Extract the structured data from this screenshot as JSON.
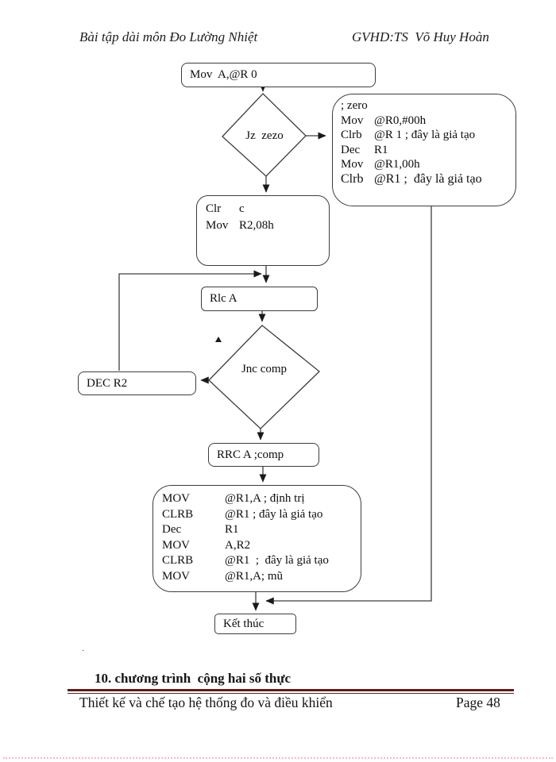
{
  "page": {
    "header_left": "Bài tập dài môn Đo Lường Nhiệt",
    "header_right": "GVHD:TS  Võ Huy Hoàn",
    "stray_mark": "·",
    "section_heading": "10. chương trình  cộng hai số thực",
    "footer_left": "Thiết kế và chế tạo hệ thống đo và điều khiển",
    "footer_right": "Page 48"
  },
  "colors": {
    "line": "#3d3d3d",
    "text": "#0d0d0d",
    "heading_rule": "#5c1f1f",
    "bottom_dots": "#ffb3cf",
    "background": "#ffffff"
  },
  "flowchart": {
    "start_box": "Mov  A,@R 0",
    "decision_zero": "Jz  zezo",
    "zero_box": {
      "lines": [
        {
          "m": "; zero",
          "r": ""
        },
        {
          "m": "Mov",
          "r": "@R0,#00h"
        },
        {
          "m": "Clrb",
          "r": "@R 1 ; đây là giả tạo"
        },
        {
          "m": "Dec",
          "r": "R1"
        },
        {
          "m": "Mov",
          "r": "@R1,00h"
        },
        {
          "m": "Clrb",
          "r": "@R1 ;  đây là giả tạo"
        }
      ]
    },
    "clr_box": {
      "lines": [
        {
          "m": "Clr",
          "r": "c"
        },
        {
          "m": "Mov",
          "r": "R2,08h"
        }
      ]
    },
    "rlc_box": "Rlc A",
    "decision_comp": "Jnc comp",
    "dec_box": "DEC R2",
    "rrc_box": "RRC A ;comp",
    "result_box": {
      "lines": [
        {
          "m": "MOV",
          "r": "@R1,A ; định trị"
        },
        {
          "m": "CLRB",
          "r": "@R1 ; đây là giả tạo"
        },
        {
          "m": "Dec",
          "r": "R1"
        },
        {
          "m": "MOV",
          "r": "A,R2"
        },
        {
          "m": "CLRB",
          "r": "@R1  ;  đây là giả tạo"
        },
        {
          "m": "MOV",
          "r": "@R1,A; mũ"
        }
      ]
    },
    "end_box": "Kết thúc"
  }
}
